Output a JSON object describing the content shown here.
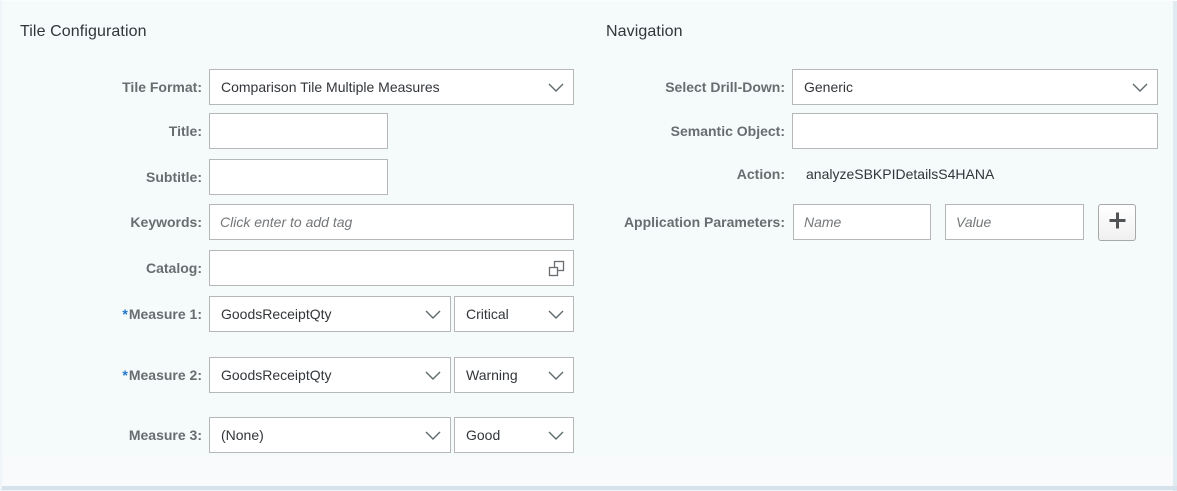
{
  "required_marker": "*",
  "tile_configuration": {
    "title": "Tile Configuration",
    "fields": {
      "tile_format": {
        "label": "Tile Format:",
        "value": "Comparison Tile Multiple Measures"
      },
      "title": {
        "label": "Title:",
        "value": ""
      },
      "subtitle": {
        "label": "Subtitle:",
        "value": ""
      },
      "keywords": {
        "label": "Keywords:",
        "value": "",
        "placeholder": "Click enter to add tag"
      },
      "catalog": {
        "label": "Catalog:",
        "value": ""
      },
      "measure1": {
        "label": "Measure 1:",
        "required": true,
        "value": "GoodsReceiptQty",
        "semantic": "Critical"
      },
      "measure2": {
        "label": "Measure 2:",
        "required": true,
        "value": "GoodsReceiptQty",
        "semantic": "Warning"
      },
      "measure3": {
        "label": "Measure 3:",
        "required": false,
        "value": "(None)",
        "semantic": "Good"
      }
    }
  },
  "navigation": {
    "title": "Navigation",
    "fields": {
      "drill_down": {
        "label": "Select Drill-Down:",
        "value": "Generic"
      },
      "semantic_object": {
        "label": "Semantic Object:",
        "value": ""
      },
      "action": {
        "label": "Action:",
        "value": "analyzeSBKPIDetailsS4HANA"
      },
      "app_params": {
        "label": "Application Parameters:",
        "name_placeholder": "Name",
        "value_placeholder": "Value"
      }
    }
  }
}
